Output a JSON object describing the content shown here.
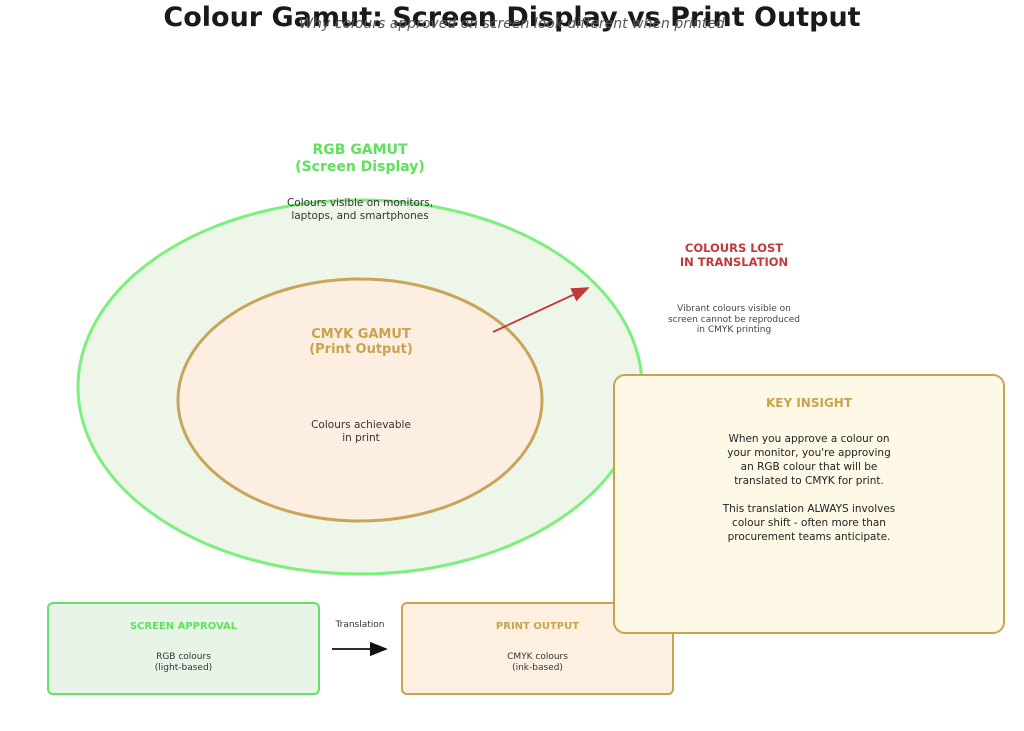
{
  "header": {
    "title": "Colour Gamut: Screen Display vs Print Output",
    "subtitle": "Why colours approved on screen look different when printed"
  },
  "rgb_gamut": {
    "title": "RGB GAMUT\n(Screen Display)",
    "description": "Colours visible on monitors,\nlaptops, and smartphones"
  },
  "cmyk_gamut": {
    "title": "CMYK GAMUT\n(Print Output)",
    "description": "Colours achievable\nin print"
  },
  "lost_colours": {
    "title": "COLOURS LOST\nIN TRANSLATION",
    "description": "Vibrant colours visible on\nscreen cannot be reproduced\nin CMYK printing"
  },
  "key_insight": {
    "title": "KEY INSIGHT",
    "text": "When you approve a colour on\nyour monitor, you're approving\nan RGB colour that will be\ntranslated to CMYK for print.\n\nThis translation ALWAYS involves\ncolour shift - often more than\nprocurement teams anticipate."
  },
  "flow": {
    "screen_approval": {
      "title": "SCREEN APPROVAL",
      "description": "RGB colours\n(light-based)"
    },
    "translation_label": "Translation",
    "print_output": {
      "title": "PRINT OUTPUT",
      "description": "CMYK colours\n(ink-based)"
    }
  },
  "colors": {
    "rgb_stroke": "#7def7d",
    "rgb_fill": "#eef6ea",
    "cmyk_stroke": "#c9a55a",
    "cmyk_fill": "#fcefe2",
    "alert": "#c0393b",
    "insight_fill": "#fef9e7"
  }
}
